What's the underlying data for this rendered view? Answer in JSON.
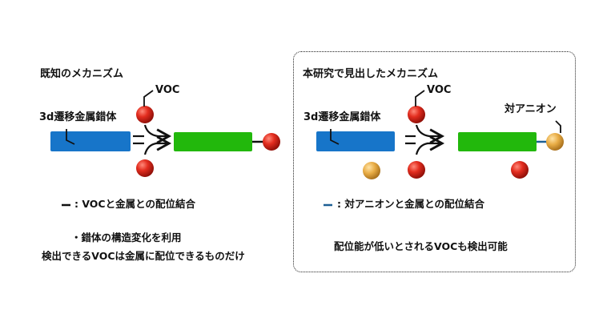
{
  "colors": {
    "metal_complex": "#1775c9",
    "ligand_block": "#22b80c",
    "voc_ball": "#d42418",
    "anion_ball": "#e6a73c",
    "voc_bond": "#111111",
    "anion_bond": "#1d5f94"
  },
  "left_panel": {
    "title": "既知のメカニズム",
    "complex_label": "3d遷移金属錯体",
    "voc_label": "VOC",
    "legend": ": VOCと金属との配位結合",
    "notes": [
      "・錯体の構造変化を利用",
      "検出できるVOCは金属に配位できるものだけ"
    ]
  },
  "right_panel": {
    "title": "本研究で見出したメカニズム",
    "complex_label": "3d遷移金属錯体",
    "voc_label": "VOC",
    "anion_label": "対アニオン",
    "legend": ": 対アニオンと金属との配位結合",
    "notes": [
      "配位能が低いとされるVOCも検出可能"
    ]
  }
}
